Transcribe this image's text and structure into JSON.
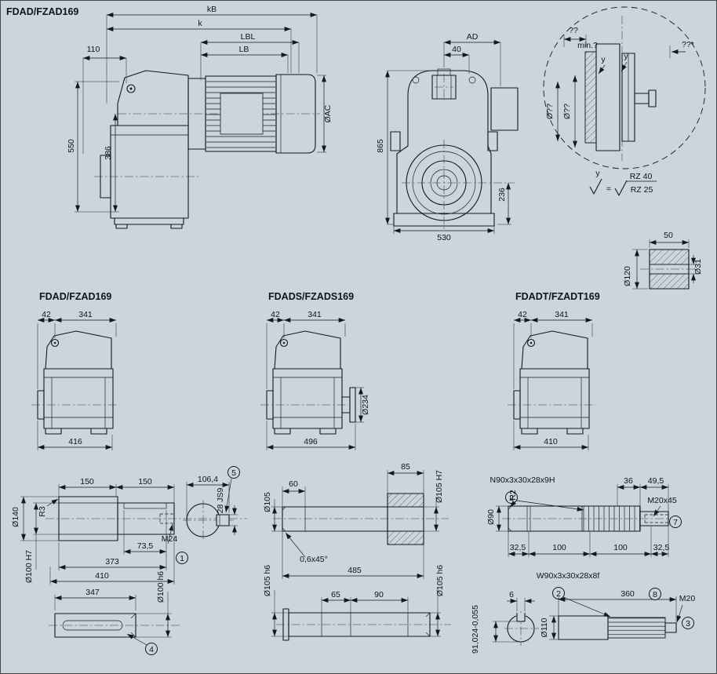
{
  "header": {
    "title": "FDAD/FZAD169"
  },
  "side": {
    "kB": "kB",
    "k": "k",
    "LBL": "LBL",
    "LB": "LB",
    "n110": "110",
    "n550": "550",
    "n386": "386",
    "AC": "ØAC"
  },
  "front": {
    "AD": "AD",
    "n40": "40",
    "n865": "865",
    "n236": "236",
    "n530": "530"
  },
  "detail": {
    "top": "??",
    "min": "min.?",
    "star": "??*",
    "y1": "y",
    "y2": "y",
    "dia1": "Ø??",
    "dia2": "Ø??"
  },
  "rough": {
    "y": "y",
    "eq": "=",
    "rz40": "RZ 40",
    "rz25": "RZ 25"
  },
  "bush": {
    "n50": "50",
    "d31": "Ø31",
    "d120": "Ø120"
  },
  "va": {
    "title": "FDAD/FZAD169",
    "n42": "42",
    "n341": "341",
    "len": "416"
  },
  "vb": {
    "title": "FDADS/FZADS169",
    "n42": "42",
    "n341": "341",
    "len": "496",
    "d234": "Ø234"
  },
  "vc": {
    "title": "FDADT/FZADT169",
    "n42": "42",
    "n341": "341",
    "len": "410"
  },
  "s1": {
    "l150a": "150",
    "l150b": "150",
    "l106": "106,4",
    "c5": "5",
    "k28": "28 JS9",
    "d140": "Ø140",
    "r3": "R3",
    "d100H7": "Ø100 H7",
    "m24": "M24",
    "c1": "1",
    "l73": "73,5",
    "l373": "373",
    "l410": "410",
    "l347": "347",
    "d100h6": "Ø100 h6",
    "c4": "4"
  },
  "s2": {
    "l60": "60",
    "l85": "85",
    "d105": "Ø105",
    "d105H7": "Ø105 H7",
    "cham": "0,6x45°",
    "l485": "485",
    "l65": "65",
    "l90": "90",
    "d105a": "Ø105 h6",
    "d105b": "Ø105 h6"
  },
  "s3": {
    "nspl": "N90x3x30x28x9H",
    "c2a": "2",
    "l36": "36",
    "l495": "49,5",
    "d90": "Ø90",
    "r2": "R2",
    "m2045": "M20x45",
    "c7": "7",
    "l325a": "32,5",
    "l100a": "100",
    "l100b": "100",
    "l325b": "32,5",
    "wspl": "W90x3x30x28x8f",
    "c2b": "2",
    "l6": "6",
    "l360": "360",
    "c8": "8",
    "m20": "M20",
    "c3": "3",
    "l91": "91,024-0,055",
    "d110": "Ø110"
  }
}
